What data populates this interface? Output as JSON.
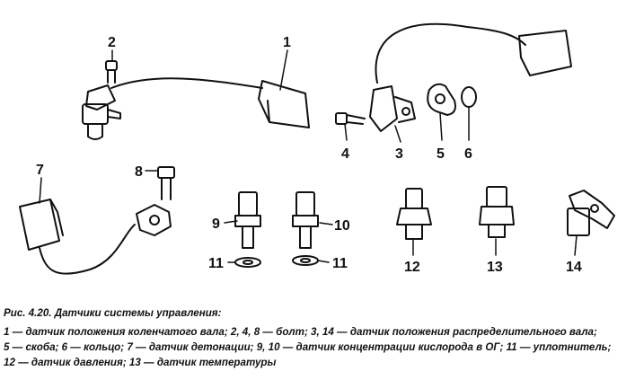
{
  "figure": {
    "labels": {
      "l1": "1",
      "l2": "2",
      "l3": "3",
      "l4": "4",
      "l5": "5",
      "l6": "6",
      "l7": "7",
      "l8": "8",
      "l9": "9",
      "l10": "10",
      "l11a": "11",
      "l11b": "11",
      "l12": "12",
      "l13": "13",
      "l14": "14"
    }
  },
  "caption": {
    "title": "Рис. 4.20. Датчики системы управления:",
    "lines": [
      "1 — датчик положения коленчатого вала; 2, 4, 8 — болт; 3, 14 — датчик положения распределительного вала;",
      "5 — скоба; 6 — кольцо; 7 — датчик детонации; 9, 10 — датчик концентрации кислорода в ОГ; 11 — уплотнитель;",
      "12 — датчик давления; 13 — датчик температуры"
    ]
  }
}
